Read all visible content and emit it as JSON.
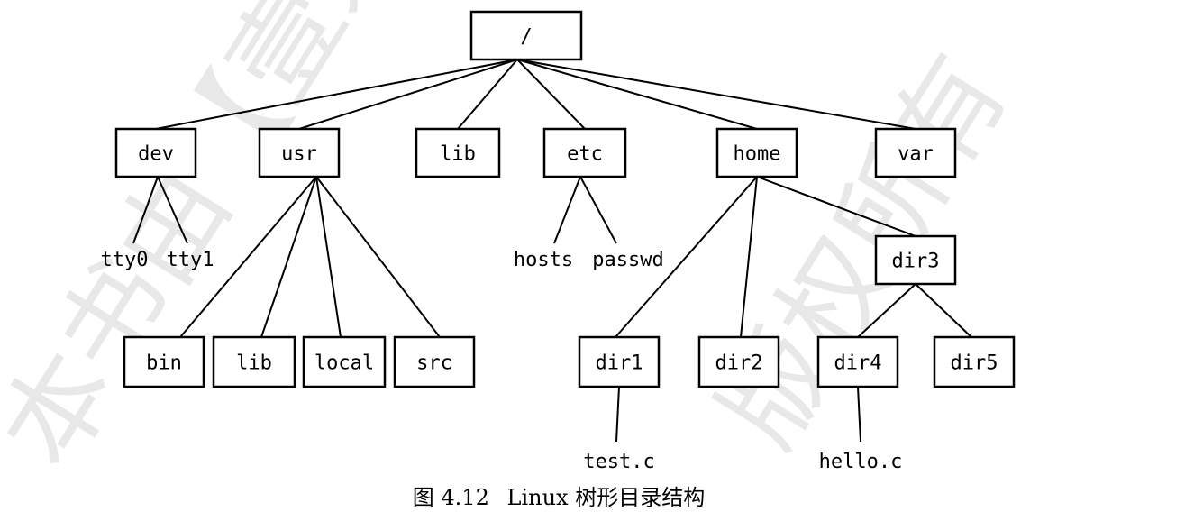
{
  "watermark_lines": [
    "本书由【壹泉】出版。",
    "版权所有"
  ],
  "nodes": [
    {
      "id": "root",
      "label": "/",
      "boxed": true
    },
    {
      "id": "dev",
      "label": "dev",
      "boxed": true
    },
    {
      "id": "usr",
      "label": "usr",
      "boxed": true
    },
    {
      "id": "lib",
      "label": "lib",
      "boxed": true
    },
    {
      "id": "etc",
      "label": "etc",
      "boxed": true
    },
    {
      "id": "home",
      "label": "home",
      "boxed": true
    },
    {
      "id": "var",
      "label": "var",
      "boxed": true
    },
    {
      "id": "tty0",
      "label": "tty0",
      "boxed": false
    },
    {
      "id": "tty1",
      "label": "tty1",
      "boxed": false
    },
    {
      "id": "bin",
      "label": "bin",
      "boxed": true
    },
    {
      "id": "usr-lib",
      "label": "lib",
      "boxed": true
    },
    {
      "id": "local",
      "label": "local",
      "boxed": true
    },
    {
      "id": "src",
      "label": "src",
      "boxed": true
    },
    {
      "id": "hosts",
      "label": "hosts",
      "boxed": false
    },
    {
      "id": "passwd",
      "label": "passwd",
      "boxed": false
    },
    {
      "id": "dir1",
      "label": "dir1",
      "boxed": true
    },
    {
      "id": "dir2",
      "label": "dir2",
      "boxed": true
    },
    {
      "id": "dir3",
      "label": "dir3",
      "boxed": true
    },
    {
      "id": "dir4",
      "label": "dir4",
      "boxed": true
    },
    {
      "id": "dir5",
      "label": "dir5",
      "boxed": true
    },
    {
      "id": "test-c",
      "label": "test.c",
      "boxed": false
    },
    {
      "id": "hello-c",
      "label": "hello.c",
      "boxed": false
    }
  ],
  "edges": [
    [
      "root",
      "dev"
    ],
    [
      "root",
      "usr"
    ],
    [
      "root",
      "lib"
    ],
    [
      "root",
      "etc"
    ],
    [
      "root",
      "home"
    ],
    [
      "root",
      "var"
    ],
    [
      "dev",
      "tty0"
    ],
    [
      "dev",
      "tty1"
    ],
    [
      "usr",
      "bin"
    ],
    [
      "usr",
      "usr-lib"
    ],
    [
      "usr",
      "local"
    ],
    [
      "usr",
      "src"
    ],
    [
      "etc",
      "hosts"
    ],
    [
      "etc",
      "passwd"
    ],
    [
      "home",
      "dir1"
    ],
    [
      "home",
      "dir2"
    ],
    [
      "home",
      "dir3"
    ],
    [
      "dir3",
      "dir4"
    ],
    [
      "dir3",
      "dir5"
    ],
    [
      "dir1",
      "test-c"
    ],
    [
      "dir4",
      "hello-c"
    ]
  ],
  "caption": {
    "figure_number": "图 4.12",
    "text": "Linux 树形目录结构"
  }
}
